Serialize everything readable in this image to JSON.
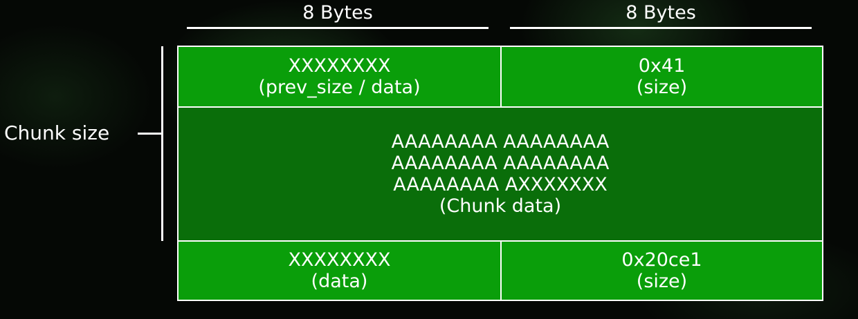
{
  "columns": {
    "left_label": "8 Bytes",
    "right_label": "8 Bytes"
  },
  "bracket": {
    "label": "Chunk size"
  },
  "rows": [
    {
      "left": {
        "value": "XXXXXXXX",
        "caption": "(prev_size / data)"
      },
      "right": {
        "value": "0x41",
        "caption": "(size)"
      }
    },
    {
      "lines": [
        "AAAAAAAA AAAAAAAA",
        "AAAAAAAA AAAAAAAA",
        "AAAAAAAA AXXXXXXX"
      ],
      "caption": "(Chunk data)"
    },
    {
      "left": {
        "value": "XXXXXXXX",
        "caption": "(data)"
      },
      "right": {
        "value": "0x20ce1",
        "caption": "(size)"
      }
    }
  ],
  "colors": {
    "header_cell": "#0a9e0a",
    "data_cell": "#0a6e0a",
    "border": "#ffffff",
    "background": "#050805"
  }
}
